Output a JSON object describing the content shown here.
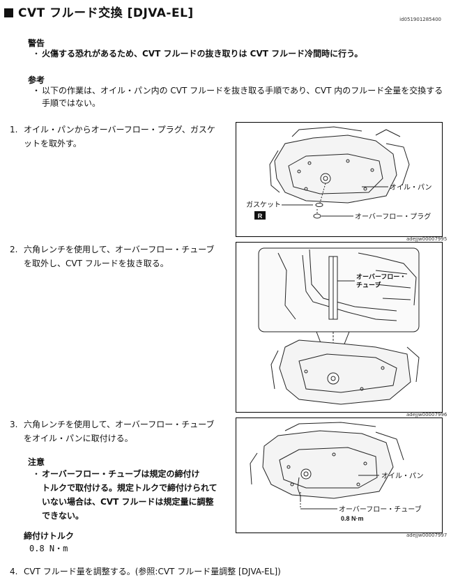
{
  "header": {
    "title": "CVT フルード交換 [DJVA-EL]",
    "doc_id": "id051901285400"
  },
  "warning": {
    "heading": "警告",
    "bullet": "・",
    "text": "火傷する恐れがあるため、CVT フルードの抜き取りは CVT フルード冷間時に行う。"
  },
  "note": {
    "heading": "参考",
    "bullet": "・",
    "line1": "以下の作業は、オイル・パン内の CVT フルードを抜き取る手順であり、CVT 内のフルード全量を交換する",
    "line2": "手順ではない。"
  },
  "steps": [
    {
      "num": "1.",
      "line1": "オイル・パンからオーバーフロー・プラグ、ガスケ",
      "line2": "ットを取外す。"
    },
    {
      "num": "2.",
      "line1": "六角レンチを使用して、オーバーフロー・チューブ",
      "line2": "を取外し、CVT フルードを抜き取る。"
    },
    {
      "num": "3.",
      "line1": "六角レンチを使用して、オーバーフロー・チューブ",
      "line2": "をオイル・パンに取付ける。"
    },
    {
      "num": "4.",
      "line1": "CVT フルード量を調整する。(参照:CVT フルード量調整 [DJVA-EL])"
    }
  ],
  "caution": {
    "heading": "注意",
    "bullet": "・",
    "line1": "オーバーフロー・チューブは規定の締付け",
    "line2": "トルクで取付ける。規定トルクで締付けられて",
    "line3": "いない場合は、CVT フルードは規定量に調整",
    "line4": "できない。"
  },
  "torque": {
    "label": "締付けトルク",
    "value": "0.8 N・m"
  },
  "figures": [
    {
      "id": "adejjw00007995",
      "labels": {
        "oil_pan": "オイル・パン",
        "gasket": "ガスケット",
        "plug": "オーバーフロー・プラグ",
        "badge": "R"
      }
    },
    {
      "id": "adejjw00007996",
      "labels": {
        "tube_line1": "オーバーフロー・",
        "tube_line2": "チューブ"
      }
    },
    {
      "id": "adejjw00007997",
      "labels": {
        "oil_pan": "オイル・パン",
        "tube": "オーバーフロー・チューブ",
        "torque": "0.8 N·m"
      }
    }
  ]
}
